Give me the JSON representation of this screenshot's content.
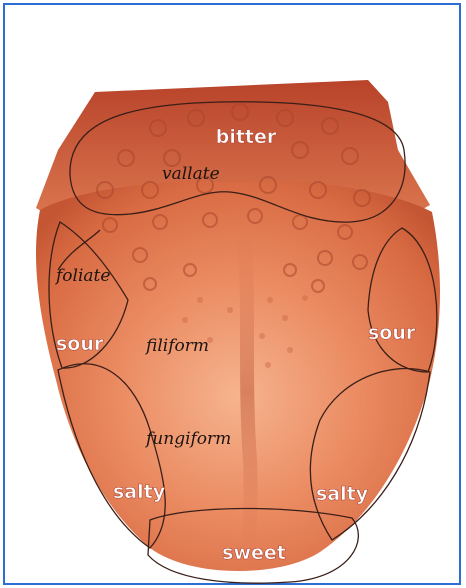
{
  "taste_regions": {
    "bitter": "bitter",
    "sour_left": "sour",
    "sour_right": "sour",
    "salty_left": "salty",
    "salty_right": "salty",
    "sweet": "sweet"
  },
  "papillae": {
    "vallate": "vallate",
    "foliate": "foliate",
    "filiform": "filiform",
    "fungiform": "fungiform"
  },
  "colors": {
    "frame_border": "#2b6fd6",
    "tongue_base": "#e07a52",
    "tongue_dark": "#b8432a",
    "label_text": "#ffffff"
  }
}
